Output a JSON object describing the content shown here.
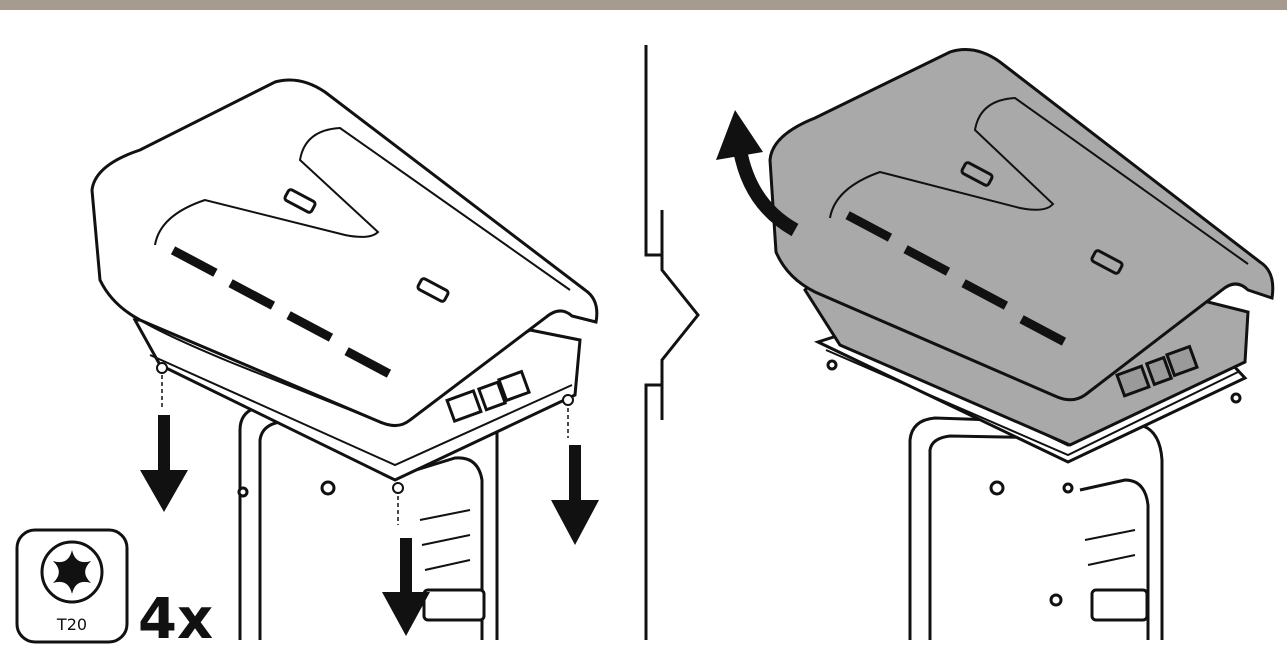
{
  "colors": {
    "top_bar": "#a59b8e",
    "line": "#111111",
    "housing_fill_step2": "#a9a9a9",
    "housing_fill_step1": "#ffffff"
  },
  "tool": {
    "icon": "torx-bit-icon",
    "bit_label": "T20",
    "quantity_label": "4x"
  },
  "steps": [
    {
      "id": 1,
      "icon": "down-arrow-icon",
      "arrow_count": 3
    },
    {
      "id": 2,
      "icon": "curved-lift-arrow-icon"
    }
  ],
  "divider_icon": "step-arrow-icon"
}
